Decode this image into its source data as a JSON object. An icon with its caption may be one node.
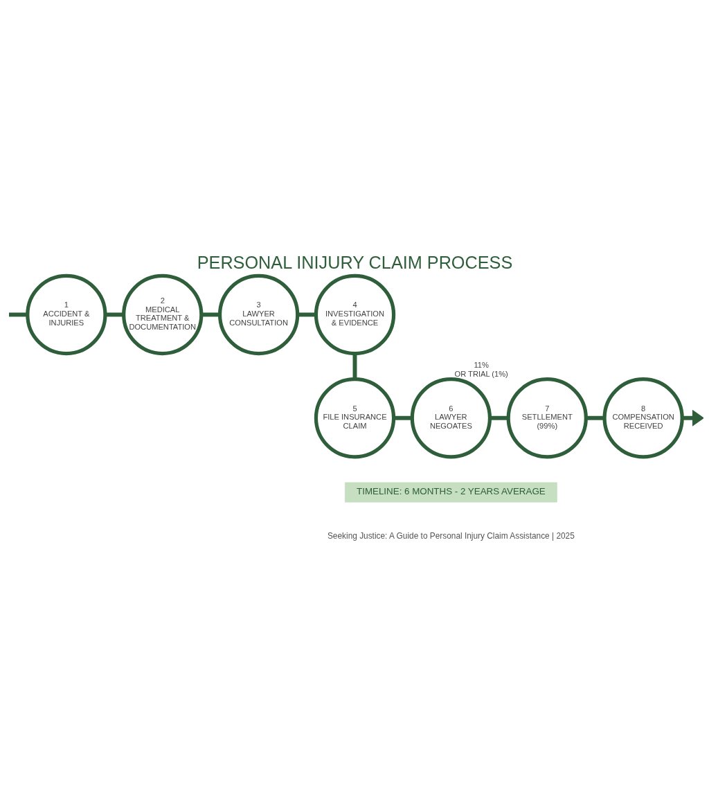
{
  "diagram": {
    "title": "PERSONAL INIJURY CLAIM PROCESS",
    "caption": "Seeking Justice: A Guide to Personal Injury Claim Assistance | 2025",
    "nodes": [
      {
        "text": [
          "1",
          "ACCIDENT & INJURIES"
        ]
      },
      {
        "text": [
          "2",
          "MEDICAL TREATMENT & DOCUMENTATION"
        ]
      },
      {
        "text": [
          "3",
          "LAWYER CONSULTATION"
        ]
      },
      {
        "text": [
          "4",
          "INVESTIGATION & EVIDENCE"
        ]
      },
      {
        "text": [
          "5",
          "FILE INSURANCE CLAIM"
        ]
      },
      {
        "text": [
          "6",
          "LAWYER NEGOATES"
        ]
      },
      {
        "text": [
          "7",
          "SETLLEMENT (99%)"
        ],
        "beside": [
          "11%",
          "OR TRIAL (1%)"
        ]
      },
      {
        "text": [
          "8",
          "COMPENSATION RECEIVED"
        ]
      },
      {
        "text": [
          "TIMELINE: 6 MONTHS - 2 YEARS AVERAGE"
        ]
      }
    ],
    "edges": [
      {
        "from": null,
        "to": 0,
        "arrow": "none"
      },
      {
        "from": 0,
        "to": 1,
        "arrow": "none"
      },
      {
        "from": 1,
        "to": 2,
        "arrow": "none"
      },
      {
        "from": 2,
        "to": 3,
        "arrow": "none"
      },
      {
        "from": 3,
        "to": 4,
        "arrow": "none"
      },
      {
        "from": 4,
        "to": 5,
        "arrow": "none"
      },
      {
        "from": 5,
        "to": 6,
        "arrow": "none"
      },
      {
        "from": 6,
        "to": 7,
        "arrow": "none"
      },
      {
        "from": 7,
        "to": null,
        "arrow": "to"
      }
    ]
  }
}
